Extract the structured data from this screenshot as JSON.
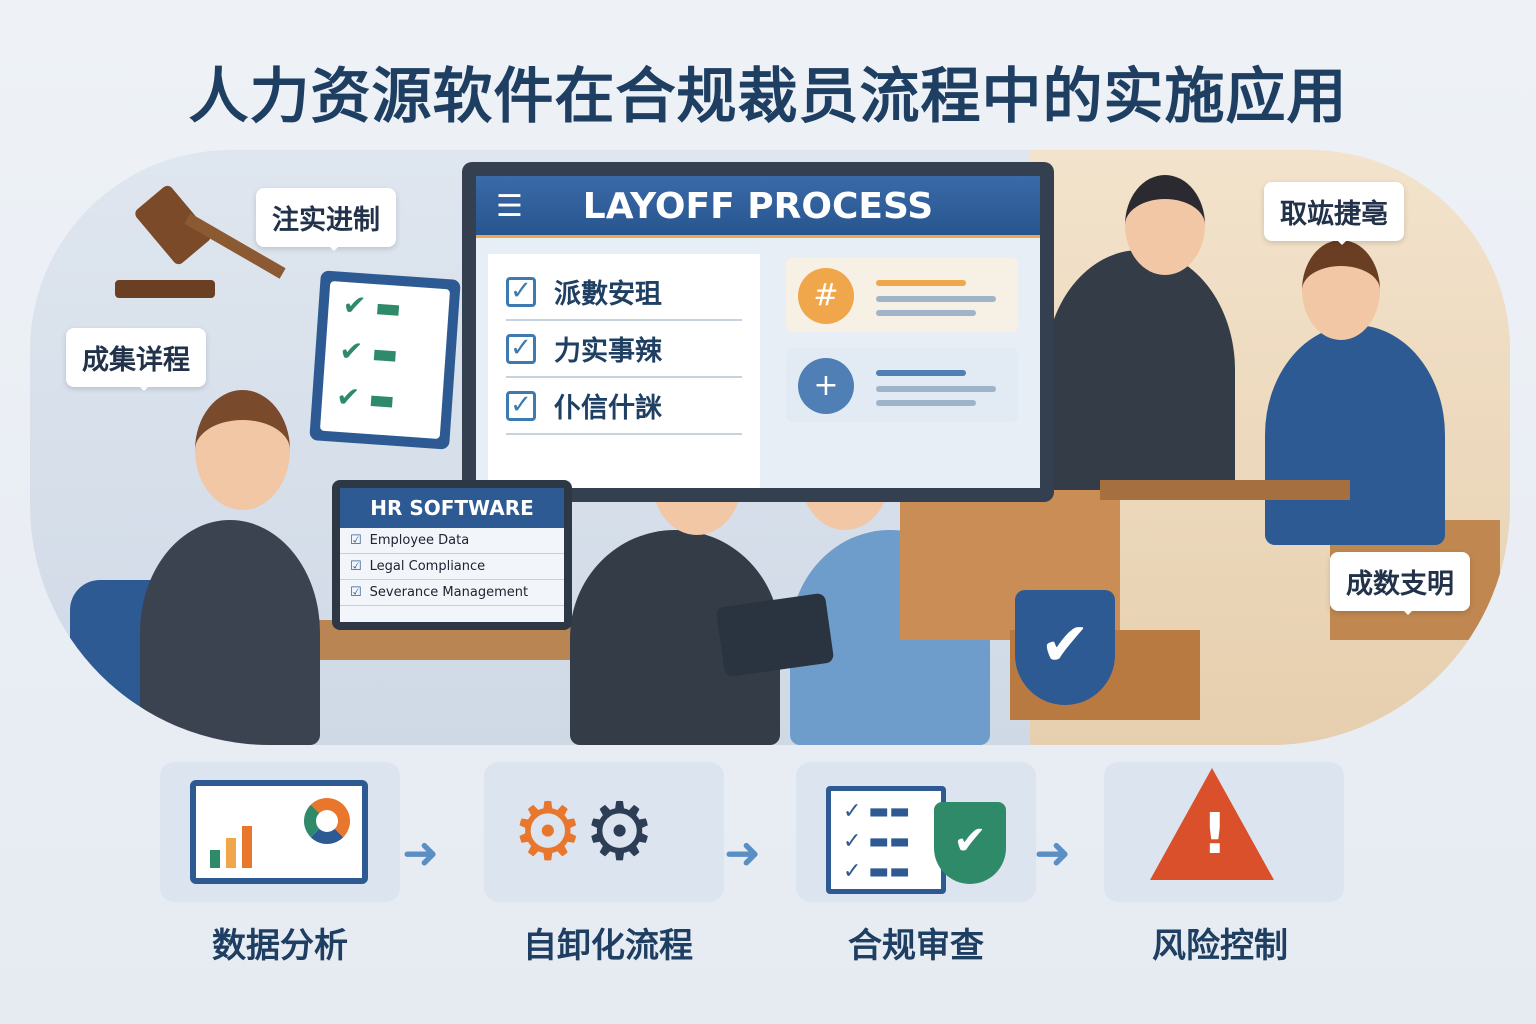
{
  "title": "人力资源软件在合规裁员流程中的实施应用",
  "bubbles": [
    "注实进制",
    "成集详程",
    "取竑捷亳",
    "成数支明"
  ],
  "monitor": {
    "heading": "LAYOFF PROCESS",
    "checklist": [
      "派數安珇",
      "力实事辣",
      "仆信什詸"
    ]
  },
  "laptop": {
    "heading": "HR SOFTWARE",
    "items": [
      "Employee Data",
      "Legal Compliance",
      "Severance Management"
    ]
  },
  "steps": [
    {
      "label": "数据分析",
      "icon": "analytics-chart-icon"
    },
    {
      "label": "自卸化流程",
      "icon": "gears-icon"
    },
    {
      "label": "合规审查",
      "icon": "checklist-shield-icon"
    },
    {
      "label": "风险控制",
      "icon": "warning-icon"
    }
  ],
  "colors": {
    "navy": "#1e3e62",
    "blue": "#2d5a92",
    "orange": "#e8762c",
    "green": "#2f8a6a",
    "red": "#d9502a"
  }
}
